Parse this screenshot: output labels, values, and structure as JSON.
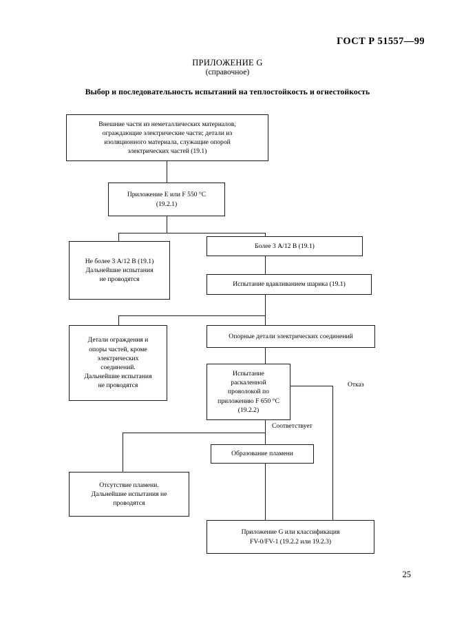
{
  "document": {
    "standard_header": "ГОСТ Р 51557—99",
    "page_number": "25",
    "appendix_label": "ПРИЛОЖЕНИЕ G",
    "appendix_kind": "(справочное)",
    "section_title": "Выбор и последовательность испытаний на теплостойкость и огнестойкость"
  },
  "flowchart": {
    "nodes": {
      "external_parts": "Внешние части из неметаллических материалов,\nограждающие электрические части; детали из\nизоляционного материала, служащие опорой\nэлектрических частей (19.1)",
      "annex_ef_550": "Приложение Е или F 550 °С\n(19.2.1)",
      "not_more_3a": "Не более 3 А/12 В (19.1)\nДальнейшие испытания\nне проводятся",
      "more_3a": "Более 3 А/12 В (19.1)",
      "ball_pressure_test": "Испытание вдавливанием шарика (19.1)",
      "enclosure_parts": "Детали ограждения и\nопоры частей, кроме\nэлектрических\nсоединений.\nДальнейшие испытания\nне проводятся",
      "support_parts": "Опорные детали электрических соединений",
      "glow_wire_test": "Испытание\nраскаленной\nпроволокой по\nприложению  F 650 °С\n(19.2.2)",
      "flame_formation": "Образование пламени",
      "no_flame": "Отсутствие пламени.\nДальнейшие испытания не\nпроводятся",
      "annex_g_class": "Приложение G или классификация\nFV-0/FV-1 (19.2.2 или 19.2.3)"
    },
    "edge_labels": {
      "fail": "Отказ",
      "pass": "Соответствует"
    }
  }
}
